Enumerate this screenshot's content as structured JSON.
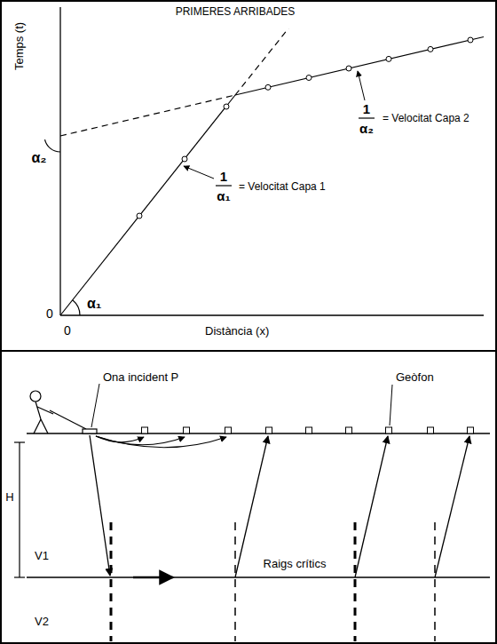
{
  "diagram": {
    "title": "PRIMERES ARRIBADES",
    "labels": [
      "Temps (t)",
      "0",
      "0",
      "Distància (x)",
      "α₁",
      "α₂",
      "1",
      "α₂",
      "= Velocitat Capa 2",
      "1",
      "α₁",
      "= Velocitat Capa 1",
      "Ona incident P",
      "Geòfon",
      "H",
      "V1",
      "V2",
      "Raigs crítics"
    ]
  }
}
